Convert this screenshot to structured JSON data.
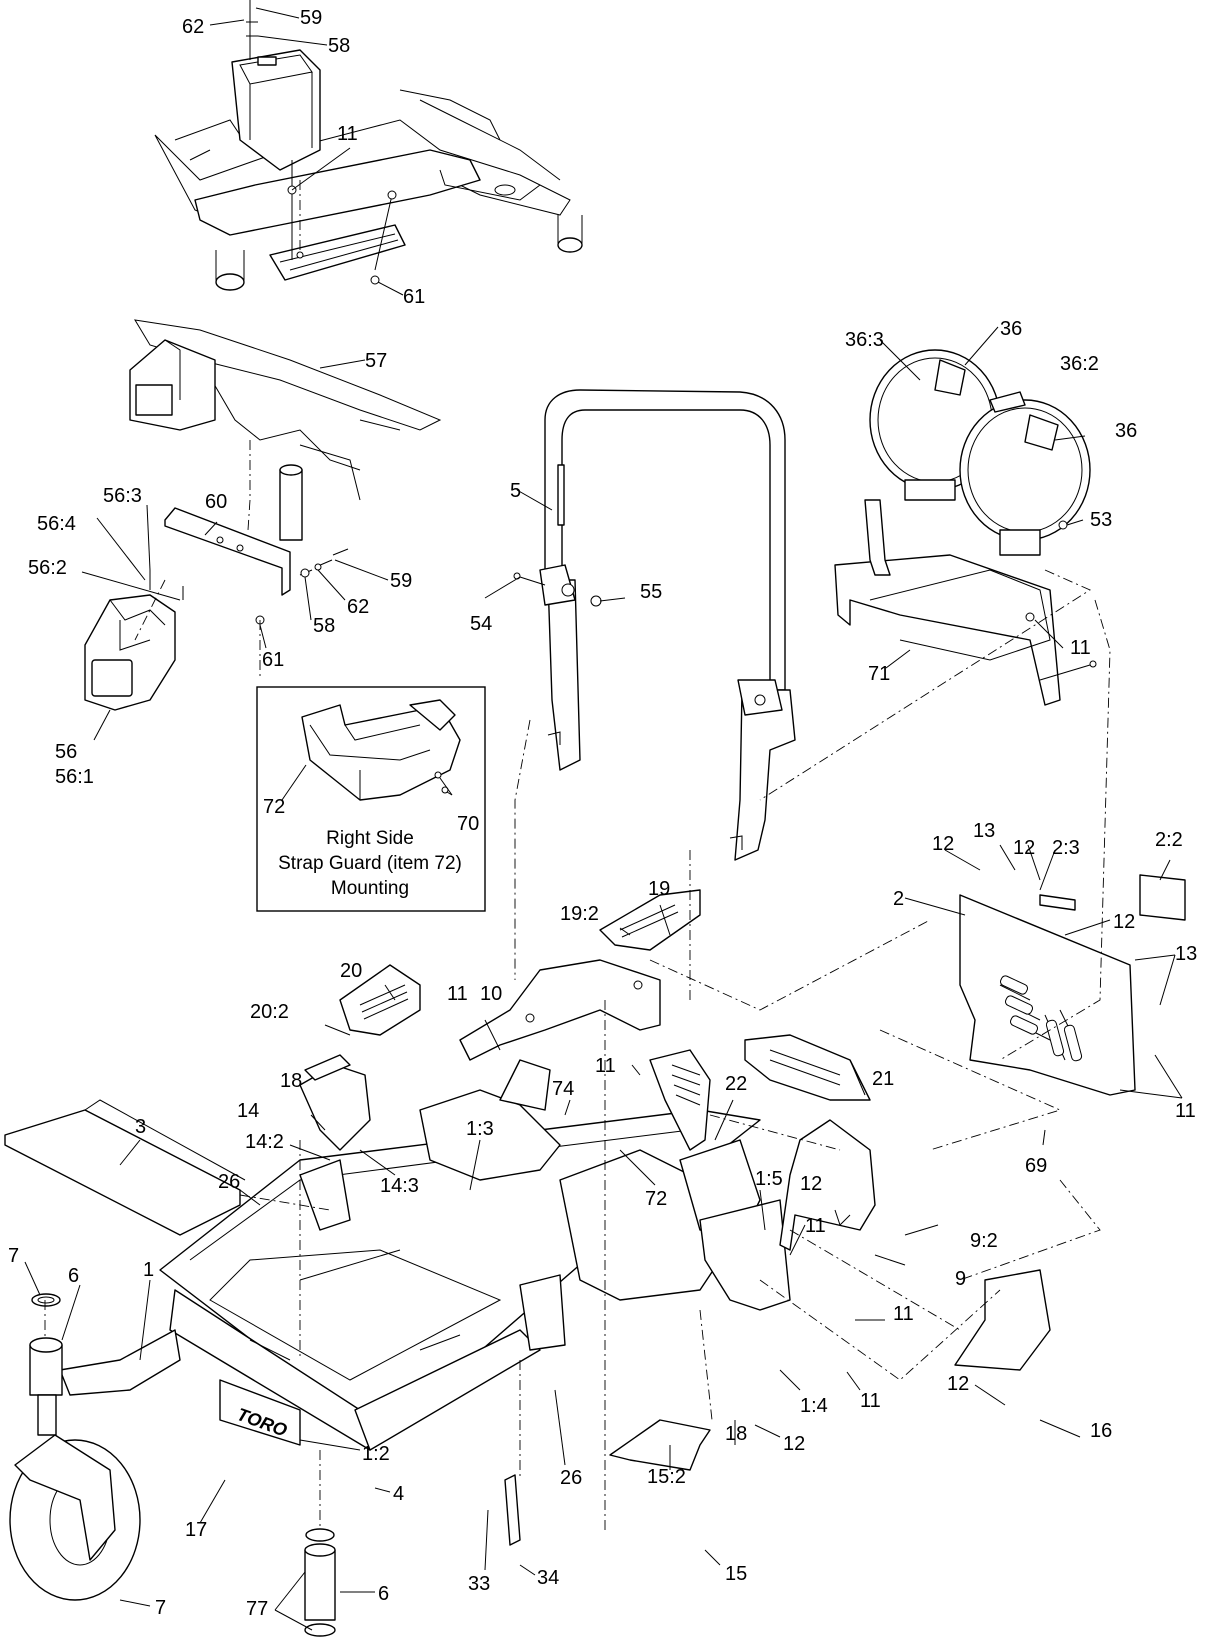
{
  "inset": {
    "caption_line1": "Right Side",
    "caption_line2": "Strap Guard (item 72)",
    "caption_line3": "Mounting"
  },
  "callouts": [
    {
      "id": "c-62a",
      "text": "62"
    },
    {
      "id": "c-59a",
      "text": "59"
    },
    {
      "id": "c-58a",
      "text": "58"
    },
    {
      "id": "c-11a",
      "text": "11"
    },
    {
      "id": "c-61a",
      "text": "61"
    },
    {
      "id": "c-57",
      "text": "57"
    },
    {
      "id": "c-56-3",
      "text": "56:3"
    },
    {
      "id": "c-60",
      "text": "60"
    },
    {
      "id": "c-56-4",
      "text": "56:4"
    },
    {
      "id": "c-56-2",
      "text": "56:2"
    },
    {
      "id": "c-59b",
      "text": "59"
    },
    {
      "id": "c-62b",
      "text": "62"
    },
    {
      "id": "c-58b",
      "text": "58"
    },
    {
      "id": "c-61b",
      "text": "61"
    },
    {
      "id": "c-56",
      "text": "56"
    },
    {
      "id": "c-56-1",
      "text": "56:1"
    },
    {
      "id": "c-72a",
      "text": "72"
    },
    {
      "id": "c-70",
      "text": "70"
    },
    {
      "id": "c-5",
      "text": "5"
    },
    {
      "id": "c-54",
      "text": "54"
    },
    {
      "id": "c-55",
      "text": "55"
    },
    {
      "id": "c-36-3",
      "text": "36:3"
    },
    {
      "id": "c-36a",
      "text": "36"
    },
    {
      "id": "c-36-2",
      "text": "36:2"
    },
    {
      "id": "c-36b",
      "text": "36"
    },
    {
      "id": "c-53",
      "text": "53"
    },
    {
      "id": "c-11b",
      "text": "11"
    },
    {
      "id": "c-71",
      "text": "71"
    },
    {
      "id": "c-12a",
      "text": "12"
    },
    {
      "id": "c-13a",
      "text": "13"
    },
    {
      "id": "c-12b",
      "text": "12"
    },
    {
      "id": "c-2-3",
      "text": "2:3"
    },
    {
      "id": "c-2-2",
      "text": "2:2"
    },
    {
      "id": "c-2",
      "text": "2"
    },
    {
      "id": "c-12c",
      "text": "12"
    },
    {
      "id": "c-13b",
      "text": "13"
    },
    {
      "id": "c-11c",
      "text": "11"
    },
    {
      "id": "c-69",
      "text": "69"
    },
    {
      "id": "c-19",
      "text": "19"
    },
    {
      "id": "c-19-2",
      "text": "19:2"
    },
    {
      "id": "c-20",
      "text": "20"
    },
    {
      "id": "c-20-2",
      "text": "20:2"
    },
    {
      "id": "c-11d",
      "text": "11"
    },
    {
      "id": "c-10",
      "text": "10"
    },
    {
      "id": "c-11e",
      "text": "11"
    },
    {
      "id": "c-74",
      "text": "74"
    },
    {
      "id": "c-22",
      "text": "22"
    },
    {
      "id": "c-21",
      "text": "21"
    },
    {
      "id": "c-18a",
      "text": "18"
    },
    {
      "id": "c-14",
      "text": "14"
    },
    {
      "id": "c-14-2",
      "text": "14:2"
    },
    {
      "id": "c-14-3",
      "text": "14:3"
    },
    {
      "id": "c-1-3",
      "text": "1:3"
    },
    {
      "id": "c-3",
      "text": "3"
    },
    {
      "id": "c-26a",
      "text": "26"
    },
    {
      "id": "c-72b",
      "text": "72"
    },
    {
      "id": "c-1-5",
      "text": "1:5"
    },
    {
      "id": "c-12d",
      "text": "12"
    },
    {
      "id": "c-11f",
      "text": "11"
    },
    {
      "id": "c-9-2",
      "text": "9:2"
    },
    {
      "id": "c-9",
      "text": "9"
    },
    {
      "id": "c-11g",
      "text": "11"
    },
    {
      "id": "c-11h",
      "text": "11"
    },
    {
      "id": "c-1-4",
      "text": "1:4"
    },
    {
      "id": "c-12e",
      "text": "12"
    },
    {
      "id": "c-12f",
      "text": "12"
    },
    {
      "id": "c-16",
      "text": "16"
    },
    {
      "id": "c-7a",
      "text": "7"
    },
    {
      "id": "c-6a",
      "text": "6"
    },
    {
      "id": "c-1",
      "text": "1"
    },
    {
      "id": "c-1-2",
      "text": "1:2"
    },
    {
      "id": "c-4",
      "text": "4"
    },
    {
      "id": "c-26b",
      "text": "26"
    },
    {
      "id": "c-17",
      "text": "17"
    },
    {
      "id": "c-18b",
      "text": "18"
    },
    {
      "id": "c-15-2",
      "text": "15:2"
    },
    {
      "id": "c-15",
      "text": "15"
    },
    {
      "id": "c-33",
      "text": "33"
    },
    {
      "id": "c-34",
      "text": "34"
    },
    {
      "id": "c-7b",
      "text": "7"
    },
    {
      "id": "c-77",
      "text": "77"
    },
    {
      "id": "c-6b",
      "text": "6"
    }
  ],
  "logo_text": "TORO"
}
